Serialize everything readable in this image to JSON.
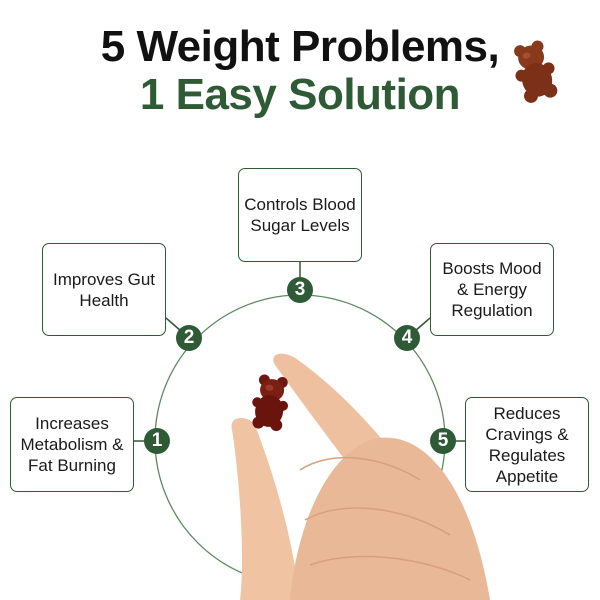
{
  "header": {
    "line1": "5 Weight Problems,",
    "line2": "1 Easy Solution"
  },
  "colors": {
    "accent_green": "#2f5a36",
    "gummy": "#7a1f14",
    "skin": "#efc3a0"
  },
  "benefits": [
    {
      "number": "1",
      "text": "Increases Metabolism & Fat Burning"
    },
    {
      "number": "2",
      "text": "Improves Gut Health"
    },
    {
      "number": "3",
      "text": "Controls Blood Sugar Levels"
    },
    {
      "number": "4",
      "text": "Boosts Mood & Energy Regulation"
    },
    {
      "number": "5",
      "text": "Reduces Cravings & Regulates Appetite"
    }
  ],
  "images": {
    "top_gummy": "gummy-bear",
    "hand": "hand-holding-gummy-bear"
  }
}
